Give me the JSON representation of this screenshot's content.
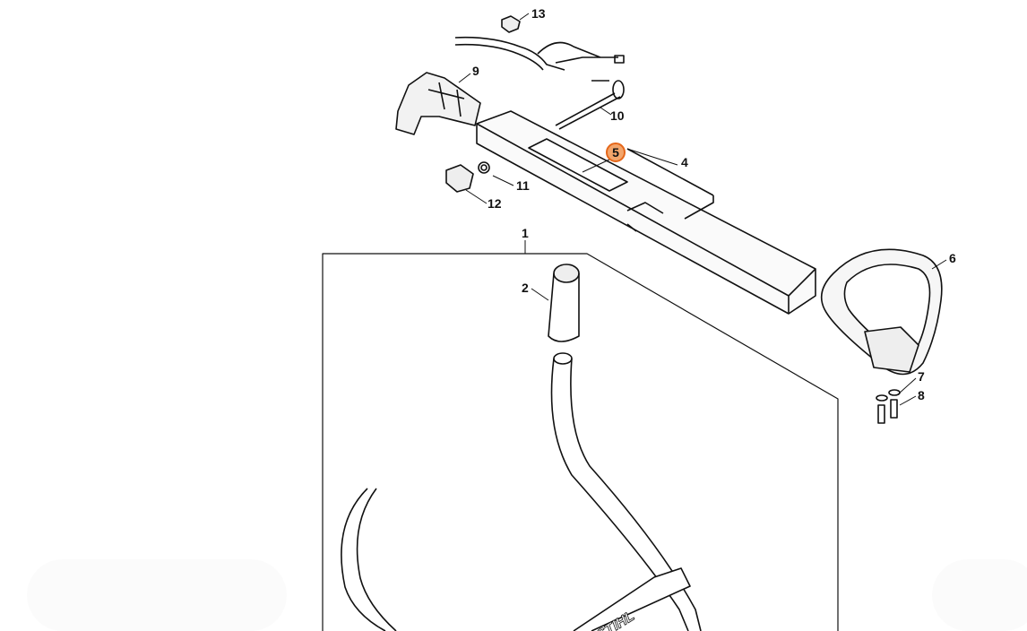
{
  "diagram": {
    "callouts": [
      "13",
      "9",
      "10",
      "5",
      "4",
      "11",
      "12",
      "1",
      "6",
      "2",
      "7",
      "8"
    ],
    "highlighted": "5",
    "highlight_color": "#e5671a",
    "logo": "STIHL"
  }
}
